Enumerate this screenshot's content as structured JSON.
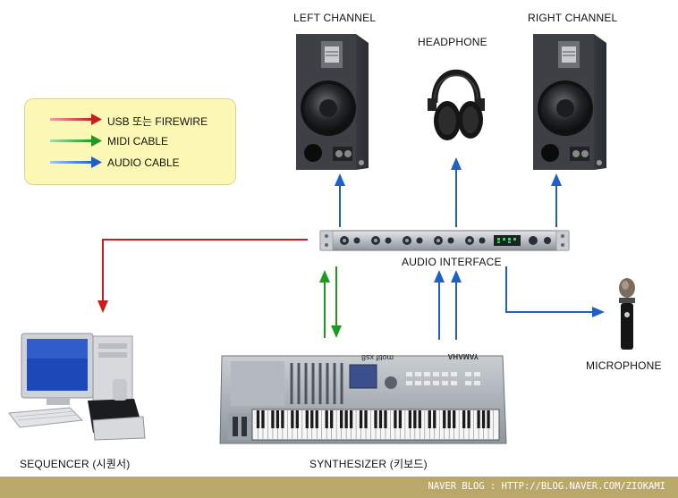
{
  "labels": {
    "left_channel": "LEFT CHANNEL",
    "headphone": "HEADPHONE",
    "right_channel": "RIGHT CHANNEL",
    "audio_interface": "AUDIO INTERFACE",
    "microphone": "MICROPHONE",
    "sequencer": "SEQUENCER (시퀀서)",
    "synthesizer": "SYNTHESIZER (키보드)",
    "synth_brand": "YAMAHA",
    "synth_model": "motif xs8"
  },
  "legend": [
    {
      "label": "USB 또는 FIREWIRE",
      "color": "#d42020"
    },
    {
      "label": "MIDI CABLE",
      "color": "#1fa01f"
    },
    {
      "label": "AUDIO CABLE",
      "color": "#1f5fc8"
    }
  ],
  "footer": {
    "text": "NAVER BLOG : HTTP://BLOG.NAVER.COM/ZIOKAMI"
  },
  "colors": {
    "usb": "#c81e1e",
    "midi": "#1e9a1e",
    "audio": "#1f5fc8",
    "legend_bg": "#fbf7b4",
    "footer_bg": "#b9a86a"
  }
}
